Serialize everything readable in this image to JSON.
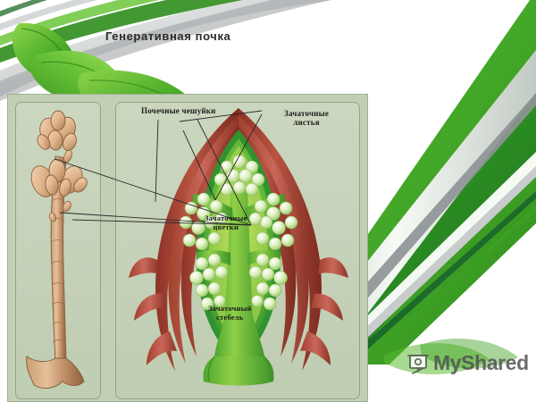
{
  "slide": {
    "title": "Генеративная почка",
    "background": {
      "accent_green_light": "#4cb82b",
      "accent_green_mid": "#3ba023",
      "accent_green_dark": "#1d6b2a",
      "accent_silver": "#d9d9d9",
      "accent_gray": "#8d9295",
      "page_white": "#ffffff"
    }
  },
  "figure": {
    "frame_color": "#c2cfb5",
    "panel_color": "#c6d2ba",
    "panel_border": "#8fa585",
    "left_panel": {
      "name": "twig-with-buds",
      "twig_color": "#b98d63",
      "bud_color": "#e0b388"
    },
    "right_panel": {
      "name": "bud-cross-section",
      "scale_color": "#a8483a",
      "scale_color_dark": "#8d3327",
      "inner_green_dark": "#3f9b33",
      "inner_green_light": "#a8d63f",
      "stem_green": "#63b63a",
      "floret_color": "#d9efc0"
    }
  },
  "labels": {
    "bud_scales": "Почечные чешуйки",
    "rudimentary_leaves": "Зачаточные\nлистья",
    "rudimentary_flowers": "Зачаточные\nцветки",
    "rudimentary_stem": "Зачаточный\nстебель"
  },
  "watermark": {
    "text": "MyShared",
    "icon": "presentation-board-icon",
    "color": "#4d4d4d"
  }
}
